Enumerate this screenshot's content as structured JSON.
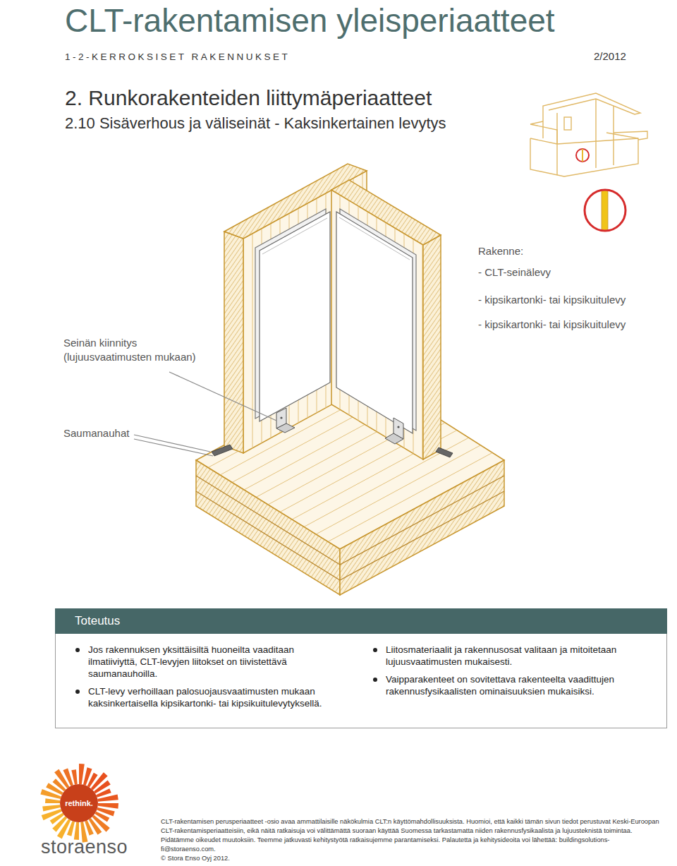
{
  "diagram": {
    "title": "CLT-rakentamisen yleisperiaatteet",
    "nodes": [
      {
        "text": [
          "Toteutus",
          "Jos rakennuksen yksittäisiltä huoneilta vaaditaan ilmatiiviyttä, CLT-levyjen liitokset on tiivistettävä saumanauhoilla.",
          "CLT-levy verhoillaan palosuojausvaatimusten mukaan kaksinkertaisella kipsikartonki- tai kipsikuitulevytyksellä.",
          "Liitosmateriaalit ja rakennusosat valitaan ja mitoitetaan lujuusvaatimusten mukaisesti.",
          "Vaipparakenteet on sovitettava rakenteelta vaadittujen rakennusfysikaalisten ominaisuuksien mukaisiksi."
        ]
      }
    ],
    "labels": [
      "1-2-KERROKSISET RAKENNUKSET",
      "2/2012",
      "2. Runkorakenteiden liittymäperiaatteet",
      "2.10 Sisäverhous ja väliseinät - Kaksinkertainen levytys",
      "Rakenne:",
      "- CLT-seinälevy",
      "- kipsikartonki- tai kipsikuitulevy",
      "- kipsikartonki- tai kipsikuitulevy",
      "Seinän kiinnitys (lujuusvaatimusten mukaan)",
      "Saumanauhat",
      "rethink.",
      "storaenso",
      "CLT-rakentamisen perusperiaatteet -osio avaa ammattilaisille näkökulmia CLT:n käyttömahdollisuuksista. Huomioi, että kaikki tämän sivun tiedot perustuvat Keski-Euroopan CLT-rakentamisperiaatteisiin, eikä näitä ratkaisuja voi välittämättä suoraan käyttää Suomessa tarkastamatta niiden rakennusfysikaalista ja lujuusteknistä toimintaa. Pidätämme oikeudet muutoksiin. Teemme jatkuvasti kehitystyötä ratkaisujemme parantamiseksi. Palautetta ja kehitysideoita voi lähettää: buildingsolutions-fi@storaenso.com.",
      "© Stora Enso Oyj 2012."
    ]
  }
}
